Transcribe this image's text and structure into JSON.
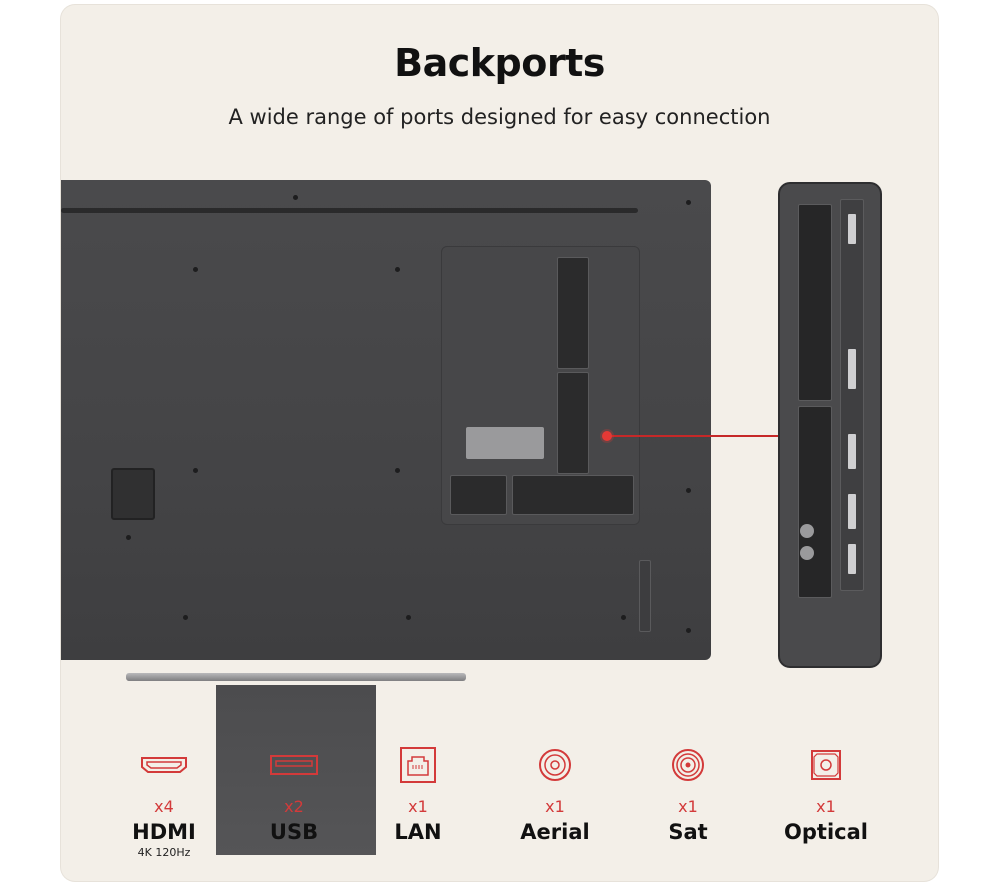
{
  "header": {
    "title": "Backports",
    "subtitle": "A wide range of ports designed for easy connection"
  },
  "colors": {
    "background": "#f3efe8",
    "accent": "#d33a3a",
    "tv_body": "#444446"
  },
  "ports": [
    {
      "icon": "hdmi-icon",
      "count": "x4",
      "name": "HDMI",
      "sub": "4K 120Hz"
    },
    {
      "icon": "usb-icon",
      "count": "x2",
      "name": "USB",
      "sub": ""
    },
    {
      "icon": "lan-icon",
      "count": "x1",
      "name": "LAN",
      "sub": ""
    },
    {
      "icon": "aerial-icon",
      "count": "x1",
      "name": "Aerial",
      "sub": ""
    },
    {
      "icon": "sat-icon",
      "count": "x1",
      "name": "Sat",
      "sub": ""
    },
    {
      "icon": "optical-icon",
      "count": "x1",
      "name": "Optical",
      "sub": ""
    }
  ]
}
